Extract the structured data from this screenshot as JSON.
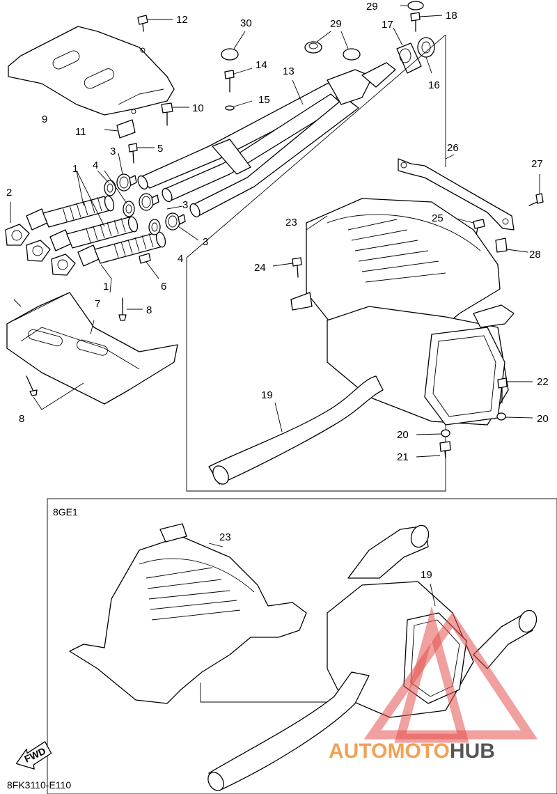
{
  "callouts": {
    "c1a": "1",
    "c1b": "1",
    "c2": "2",
    "c3a": "3",
    "c3b": "3",
    "c3c": "3",
    "c4a": "4",
    "c4b": "4",
    "c5": "5",
    "c6": "6",
    "c7": "7",
    "c8a": "8",
    "c8b": "8",
    "c9": "9",
    "c10": "10",
    "c11": "11",
    "c12": "12",
    "c13": "13",
    "c14": "14",
    "c15": "15",
    "c16": "16",
    "c17": "17",
    "c18": "18",
    "c19a": "19",
    "c19b": "19",
    "c20a": "20",
    "c20b": "20",
    "c21": "21",
    "c22": "22",
    "c23a": "23",
    "c23b": "23",
    "c24": "24",
    "c25": "25",
    "c26": "26",
    "c27": "27",
    "c28": "28",
    "c29a": "29",
    "c29b": "29",
    "c30": "30"
  },
  "variant_label": "8GE1",
  "fwd_label": "FWD",
  "diagram_code": "8FK3110-E110",
  "watermark": {
    "part1": "AUTOMOTO",
    "part2": "HUB",
    "color1": "#f2a154",
    "color2": "#555555",
    "accent": "#e4524f"
  }
}
